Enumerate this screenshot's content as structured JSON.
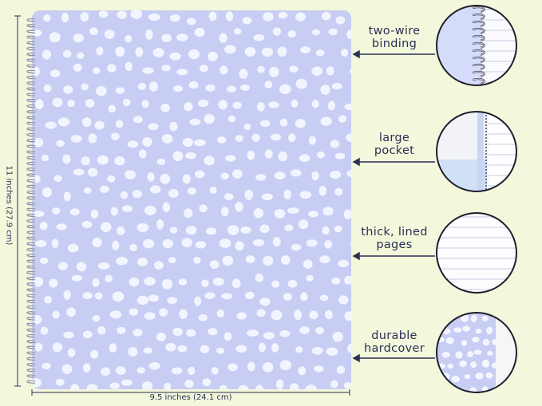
{
  "dimensions": {
    "width_label": "9.5 inches (24.1 cm)",
    "height_label": "11 inches (27.9 cm)"
  },
  "features": [
    {
      "line1": "two-wire",
      "line2": "binding",
      "detail": "binding-closeup"
    },
    {
      "line1": "large",
      "line2": "pocket",
      "detail": "pocket-closeup"
    },
    {
      "line1": "thick, lined",
      "line2": "pages",
      "detail": "lined-pages-closeup"
    },
    {
      "line1": "durable",
      "line2": "hardcover",
      "detail": "hardcover-closeup"
    }
  ],
  "colors": {
    "background": "#f3f8dc",
    "cover": "#c7cdf3",
    "cover_dots": "#f4f5ff",
    "ink": "#2b2f55",
    "coil": "#c9ccd6"
  }
}
